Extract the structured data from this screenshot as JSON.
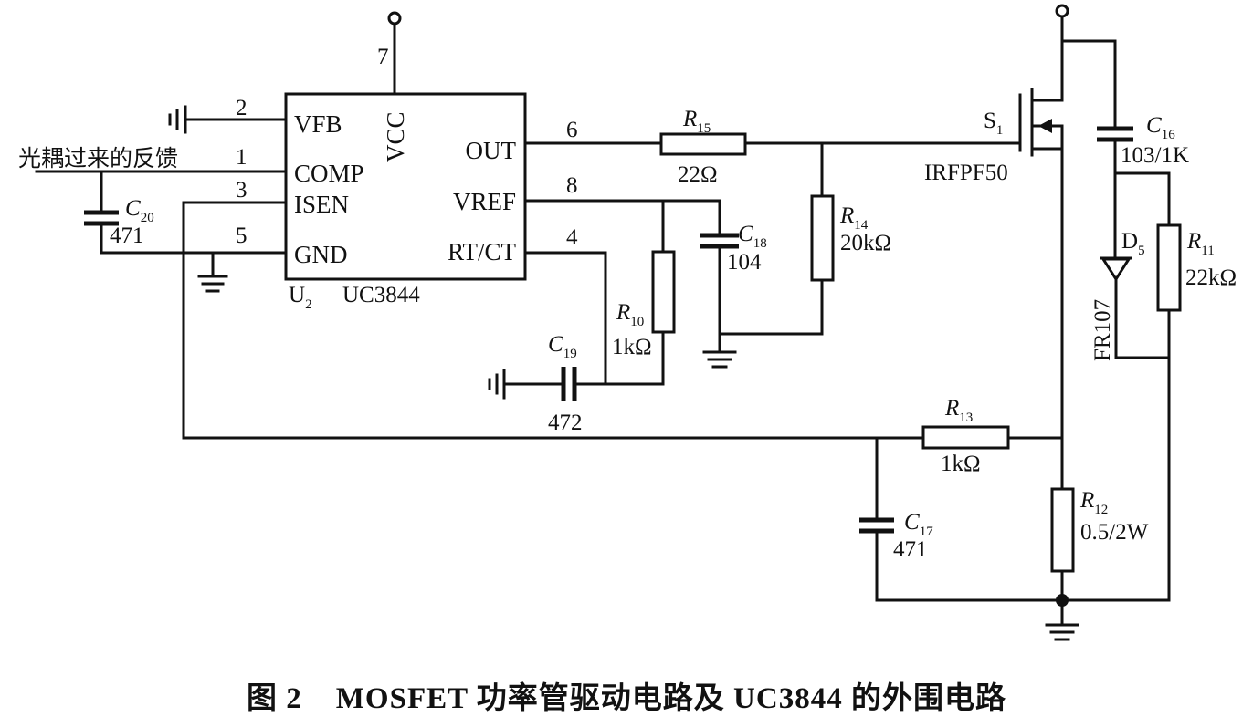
{
  "caption": "图 2    MOSFET 功率管驱动电路及 UC3844 的外围电路",
  "feedback_label": "光耦过来的反馈",
  "ic": {
    "ref": "U",
    "ref_sub": "2",
    "part": "UC3844",
    "vcc_label": "VCC",
    "pins": {
      "vfb": {
        "name": "VFB",
        "num": "2"
      },
      "comp": {
        "name": "COMP",
        "num": "1"
      },
      "isen": {
        "name": "ISEN",
        "num": "3"
      },
      "gnd": {
        "name": "GND",
        "num": "5"
      },
      "vcc": {
        "num": "7"
      },
      "out": {
        "name": "OUT",
        "num": "6"
      },
      "vref": {
        "name": "VREF",
        "num": "8"
      },
      "rtct": {
        "name": "RT/CT",
        "num": "4"
      }
    }
  },
  "components": {
    "r15": {
      "ref": "R",
      "sub": "15",
      "value": "22Ω"
    },
    "r14": {
      "ref": "R",
      "sub": "14",
      "value": "20kΩ"
    },
    "r10": {
      "ref": "R",
      "sub": "10",
      "value": "1kΩ"
    },
    "r13": {
      "ref": "R",
      "sub": "13",
      "value": "1kΩ"
    },
    "r12": {
      "ref": "R",
      "sub": "12",
      "value": "0.5/2W"
    },
    "r11": {
      "ref": "R",
      "sub": "11",
      "value": "22kΩ"
    },
    "c20": {
      "ref": "C",
      "sub": "20",
      "value": "471"
    },
    "c18": {
      "ref": "C",
      "sub": "18",
      "value": "104"
    },
    "c19": {
      "ref": "C",
      "sub": "19",
      "value": "472"
    },
    "c17": {
      "ref": "C",
      "sub": "17",
      "value": "471"
    },
    "c16": {
      "ref": "C",
      "sub": "16",
      "value": "103/1K"
    },
    "d5": {
      "ref": "D",
      "sub": "5",
      "value": "FR107"
    },
    "s1": {
      "ref": "S",
      "sub": "1",
      "value": "IRFPF50"
    }
  }
}
